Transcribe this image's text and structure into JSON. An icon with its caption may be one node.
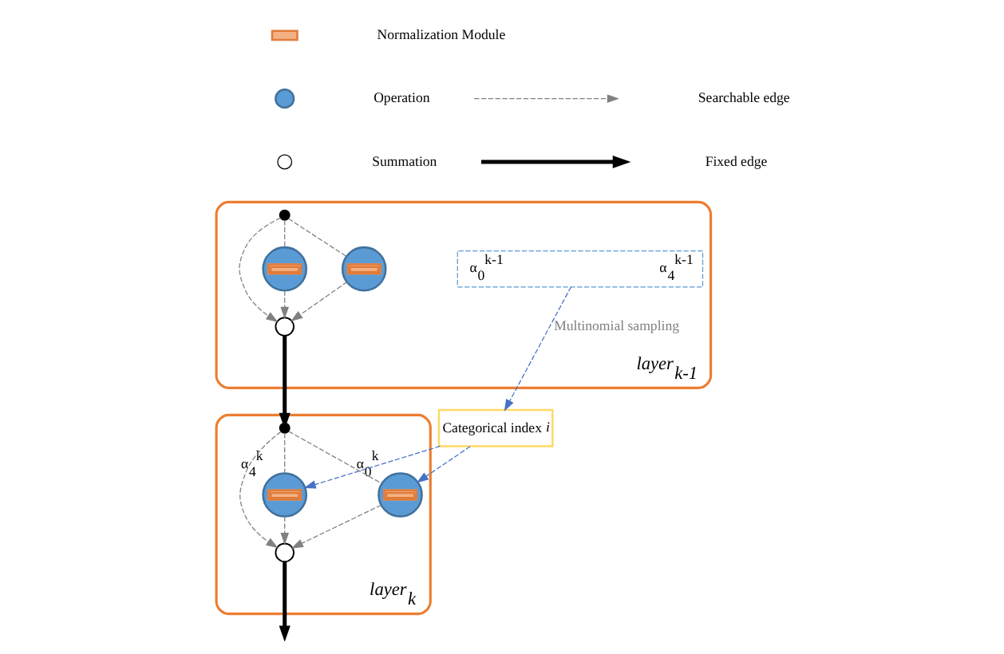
{
  "diagram": {
    "nodes": [
      {
        "text": [
          "layer$_{k-1}$"
        ]
      },
      {
        "text": [],
        "shape": "circle",
        "in": 0
      },
      {
        "text": [],
        "shape": "circle",
        "in": 0
      },
      {
        "text": [],
        "shape": "circle",
        "in": 0
      },
      {
        "text": [
          "α$_{0}$$^{k-1}$",
          "α$_{4}$$^{k-1}$"
        ],
        "in": 0
      },
      {
        "text": [],
        "shape": "circle",
        "in": 0
      },
      {
        "text": [
          "Categorical index *i*"
        ]
      },
      {
        "text": [
          "layer$_{k}$"
        ]
      },
      {
        "text": [],
        "shape": "circle",
        "in": 7
      },
      {
        "text": [],
        "shape": "circle",
        "in": 7,
        "beside": [
          "α$_{0}$$^{k}$"
        ]
      },
      {
        "text": [],
        "shape": "circle",
        "in": 7,
        "beside": [
          "α$_{4}$$^{k}$"
        ]
      },
      {
        "text": [],
        "shape": "circle",
        "in": 7
      }
    ],
    "edges": [
      {
        "from": 1,
        "to": 2,
        "arrow": "none",
        "style": "dashed"
      },
      {
        "from": 1,
        "to": 3,
        "arrow": "none",
        "style": "dashed"
      },
      {
        "from": 1,
        "to": 5,
        "arrow": "to",
        "style": "dashed"
      },
      {
        "from": 2,
        "to": 5,
        "arrow": "to",
        "style": "dashed"
      },
      {
        "from": 3,
        "to": 5,
        "arrow": "to",
        "style": "dashed"
      },
      {
        "from": 4,
        "to": 6,
        "arrow": "to",
        "label": "Multinomial sampling",
        "style": "dashed",
        "color": "#4472c4"
      },
      {
        "from": 5,
        "to": 8,
        "arrow": "to",
        "style": "thick",
        "color": "#000000"
      },
      {
        "from": 8,
        "to": 9,
        "arrow": "none",
        "style": "dashed"
      },
      {
        "from": 8,
        "to": 10,
        "arrow": "none",
        "style": "dashed"
      },
      {
        "from": 8,
        "to": 11,
        "arrow": "to",
        "style": "dashed"
      },
      {
        "from": 9,
        "to": 11,
        "arrow": "to",
        "style": "dashed"
      },
      {
        "from": 10,
        "to": 11,
        "arrow": "to",
        "style": "dashed"
      },
      {
        "from": 6,
        "to": 9,
        "arrow": "to",
        "style": "dashed",
        "color": "#4472c4"
      },
      {
        "from": 6,
        "to": 10,
        "arrow": "to",
        "style": "dashed",
        "color": "#4472c4"
      },
      {
        "from": 11,
        "to": null,
        "arrow": "to",
        "style": "thick",
        "color": "#000000"
      }
    ],
    "legend": [
      {
        "text": "Normalization Module"
      },
      {
        "text": "Operation"
      },
      {
        "text": "Summation"
      },
      {
        "text": "Searchable edge"
      },
      {
        "text": "Fixed edge"
      }
    ]
  }
}
